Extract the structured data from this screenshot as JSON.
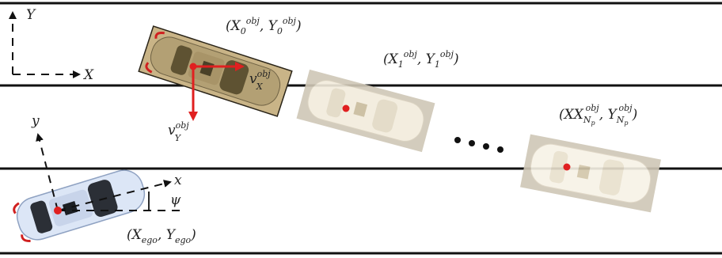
{
  "colors": {
    "road_line": "#111111",
    "accent_red": "#e02020",
    "axis": "#111111",
    "obj0_body": "#b3a074",
    "obj0_box": "#c9b487",
    "obj_faded_box": "#cfc7b6",
    "obj_faded_body": "#f2ecdc",
    "ego_body": "#dce6f6"
  },
  "global_axes": {
    "x_label": "X",
    "y_label": "Y"
  },
  "ego": {
    "axis_x_label": "x",
    "axis_y_label": "y",
    "yaw_label": "ψ",
    "pos_x": "X",
    "pos_x_sub": "ego",
    "pos_sep": ", ",
    "pos_y": "Y",
    "pos_y_sub": "ego"
  },
  "objects": [
    {
      "id": "obj0",
      "open": "(",
      "x": "X",
      "x_sub": "0",
      "x_sup": "obj",
      "sep": ", ",
      "y": "Y",
      "y_sub": "0",
      "y_sup": "obj",
      "close": ")"
    },
    {
      "id": "obj1",
      "open": "(",
      "x": "X",
      "x_sub": "1",
      "x_sup": "obj",
      "sep": ", ",
      "y": "Y",
      "y_sub": "1",
      "y_sup": "obj",
      "close": ")"
    },
    {
      "id": "objNp",
      "open": "(",
      "x": "XX",
      "x_sub": "N",
      "x_subsub": "p",
      "x_sup": "obj",
      "sep": ", ",
      "y": "Y",
      "y_sub": "N",
      "y_subsub": "p",
      "y_sup": "obj",
      "close": ")"
    }
  ],
  "velocity": {
    "vx": "v",
    "vx_sub": "X",
    "vx_sup": "obj",
    "vy": "v",
    "vy_sub": "Y",
    "vy_sup": "obj"
  }
}
